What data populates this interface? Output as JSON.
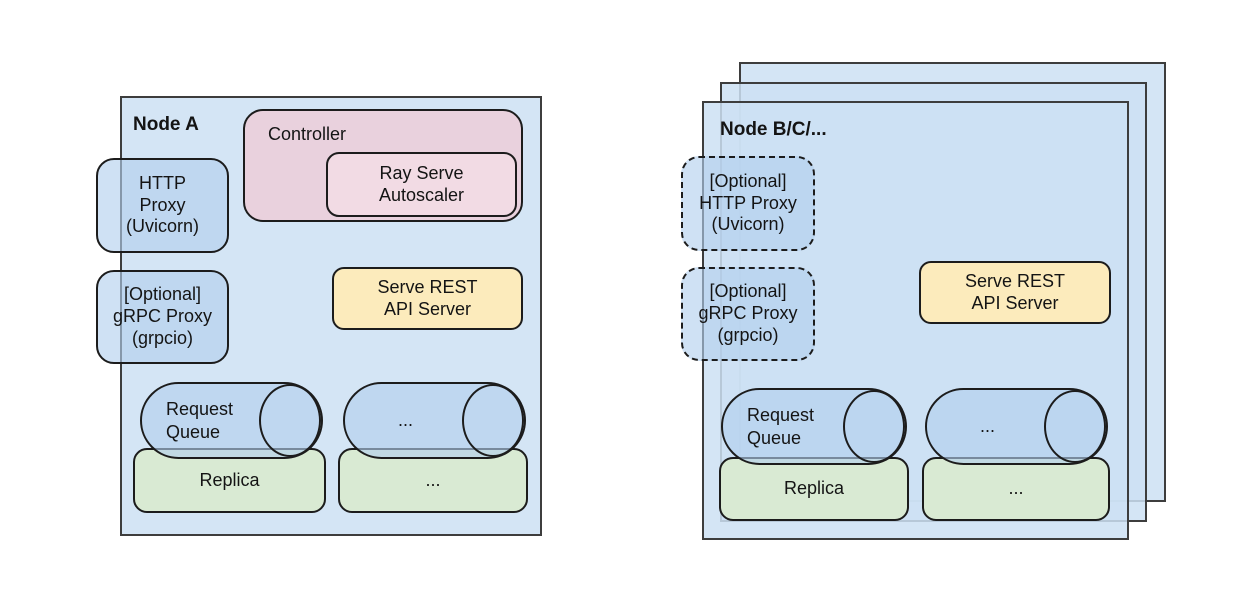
{
  "colors": {
    "node_fill": "#d6e5f5",
    "node_border": "#3d3d3d",
    "blue_box_fill": "#d0e1f2",
    "shape_border": "#1c1c1c",
    "controller_fill": "#e9d1dd",
    "autoscaler_fill": "#f2dbe4",
    "rest_api_fill": "#fcebbc",
    "replica_fill": "#d9ead3"
  },
  "node_a": {
    "title": "Node A",
    "controller_label": "Controller",
    "autoscaler_label": "Ray Serve\nAutoscaler",
    "http_proxy_label": "HTTP\nProxy\n(Uvicorn)",
    "grpc_proxy_label": "[Optional]\ngRPC Proxy\n(grpcio)",
    "rest_api_label": "Serve REST\nAPI Server",
    "request_queue_label": "Request\nQueue",
    "queue_ellipsis": "...",
    "replica_label": "Replica",
    "replica_ellipsis": "..."
  },
  "node_bc": {
    "title": "Node B/C/...",
    "http_proxy_label": "[Optional]\nHTTP Proxy\n(Uvicorn)",
    "grpc_proxy_label": "[Optional]\ngRPC Proxy\n(grpcio)",
    "rest_api_label": "Serve REST\nAPI Server",
    "request_queue_label": "Request\nQueue",
    "queue_ellipsis": "...",
    "replica_label": "Replica",
    "replica_ellipsis": "..."
  }
}
